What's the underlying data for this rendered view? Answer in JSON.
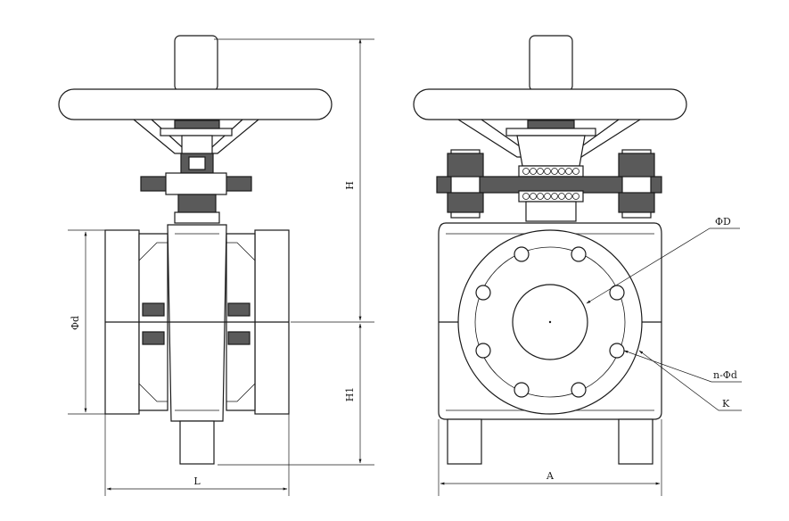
{
  "labels": {
    "L": "L",
    "A": "A",
    "H": "H",
    "H1": "H1",
    "phi_d": "Φd",
    "phi_D": "ΦD",
    "n_phi_d": "n-Φd",
    "K": "K"
  }
}
